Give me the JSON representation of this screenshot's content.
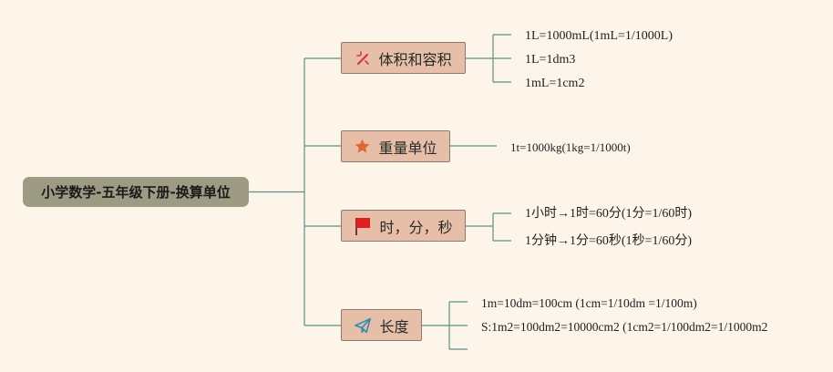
{
  "root": {
    "label": "小学数学-五年级下册-换算单位"
  },
  "branches": [
    {
      "label": "体积和容积",
      "icon": "magic-wand-icon",
      "leaves": [
        "1L=1000mL(1mL=1/1000L)",
        "1L=1dm3",
        "1mL=1cm2"
      ]
    },
    {
      "label": "重量单位",
      "icon": "star-icon",
      "leaves": [
        "1t=1000kg(1kg=1/1000t)"
      ]
    },
    {
      "label": "时，分，秒",
      "icon": "red-flag-icon",
      "leaves": [
        "1小时→1时=60分(1分=1/60时)",
        "1分钟→1分=60秒(1秒=1/60分)"
      ]
    },
    {
      "label": "长度",
      "icon": "paper-plane-icon",
      "leaves": [
        "1m=10dm=100cm (1cm=1/10dm =1/100m)",
        "S:1m2=100dm2=10000cm2 (1cm2=1/100dm2=1/1000m2",
        ""
      ]
    }
  ],
  "colors": {
    "line": "#5f8f86",
    "root_bg": "#9d9b83",
    "branch_bg": "#e7bfa8",
    "background": "#fdf4ea"
  }
}
